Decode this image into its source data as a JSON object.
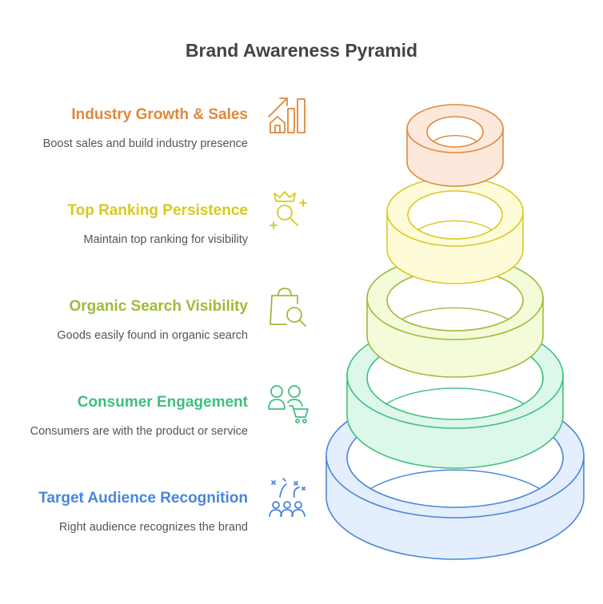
{
  "title": "Brand Awareness Pyramid",
  "levels": [
    {
      "heading": "Industry Growth & Sales",
      "description": "Boost sales and build industry presence",
      "color": "#e0883a",
      "fill": "#fde9dc",
      "icon": "growth-chart-icon"
    },
    {
      "heading": "Top Ranking Persistence",
      "description": "Maintain top ranking for visibility",
      "color": "#d9c91f",
      "fill": "#fefbd8",
      "icon": "crown-search-icon"
    },
    {
      "heading": "Organic Search Visibility",
      "description": "Goods easily found in organic search",
      "color": "#9dbb3a",
      "fill": "#f4fbd9",
      "icon": "shopping-bag-search-icon"
    },
    {
      "heading": "Consumer Engagement",
      "description": "Consumers are with the product or service",
      "color": "#3fbf7f",
      "fill": "#dcf8ea",
      "icon": "consumers-cart-icon"
    },
    {
      "heading": "Target Audience Recognition",
      "description": "Right audience recognizes the brand",
      "color": "#4a86d9",
      "fill": "#e4eefc",
      "icon": "audience-celebration-icon"
    }
  ]
}
